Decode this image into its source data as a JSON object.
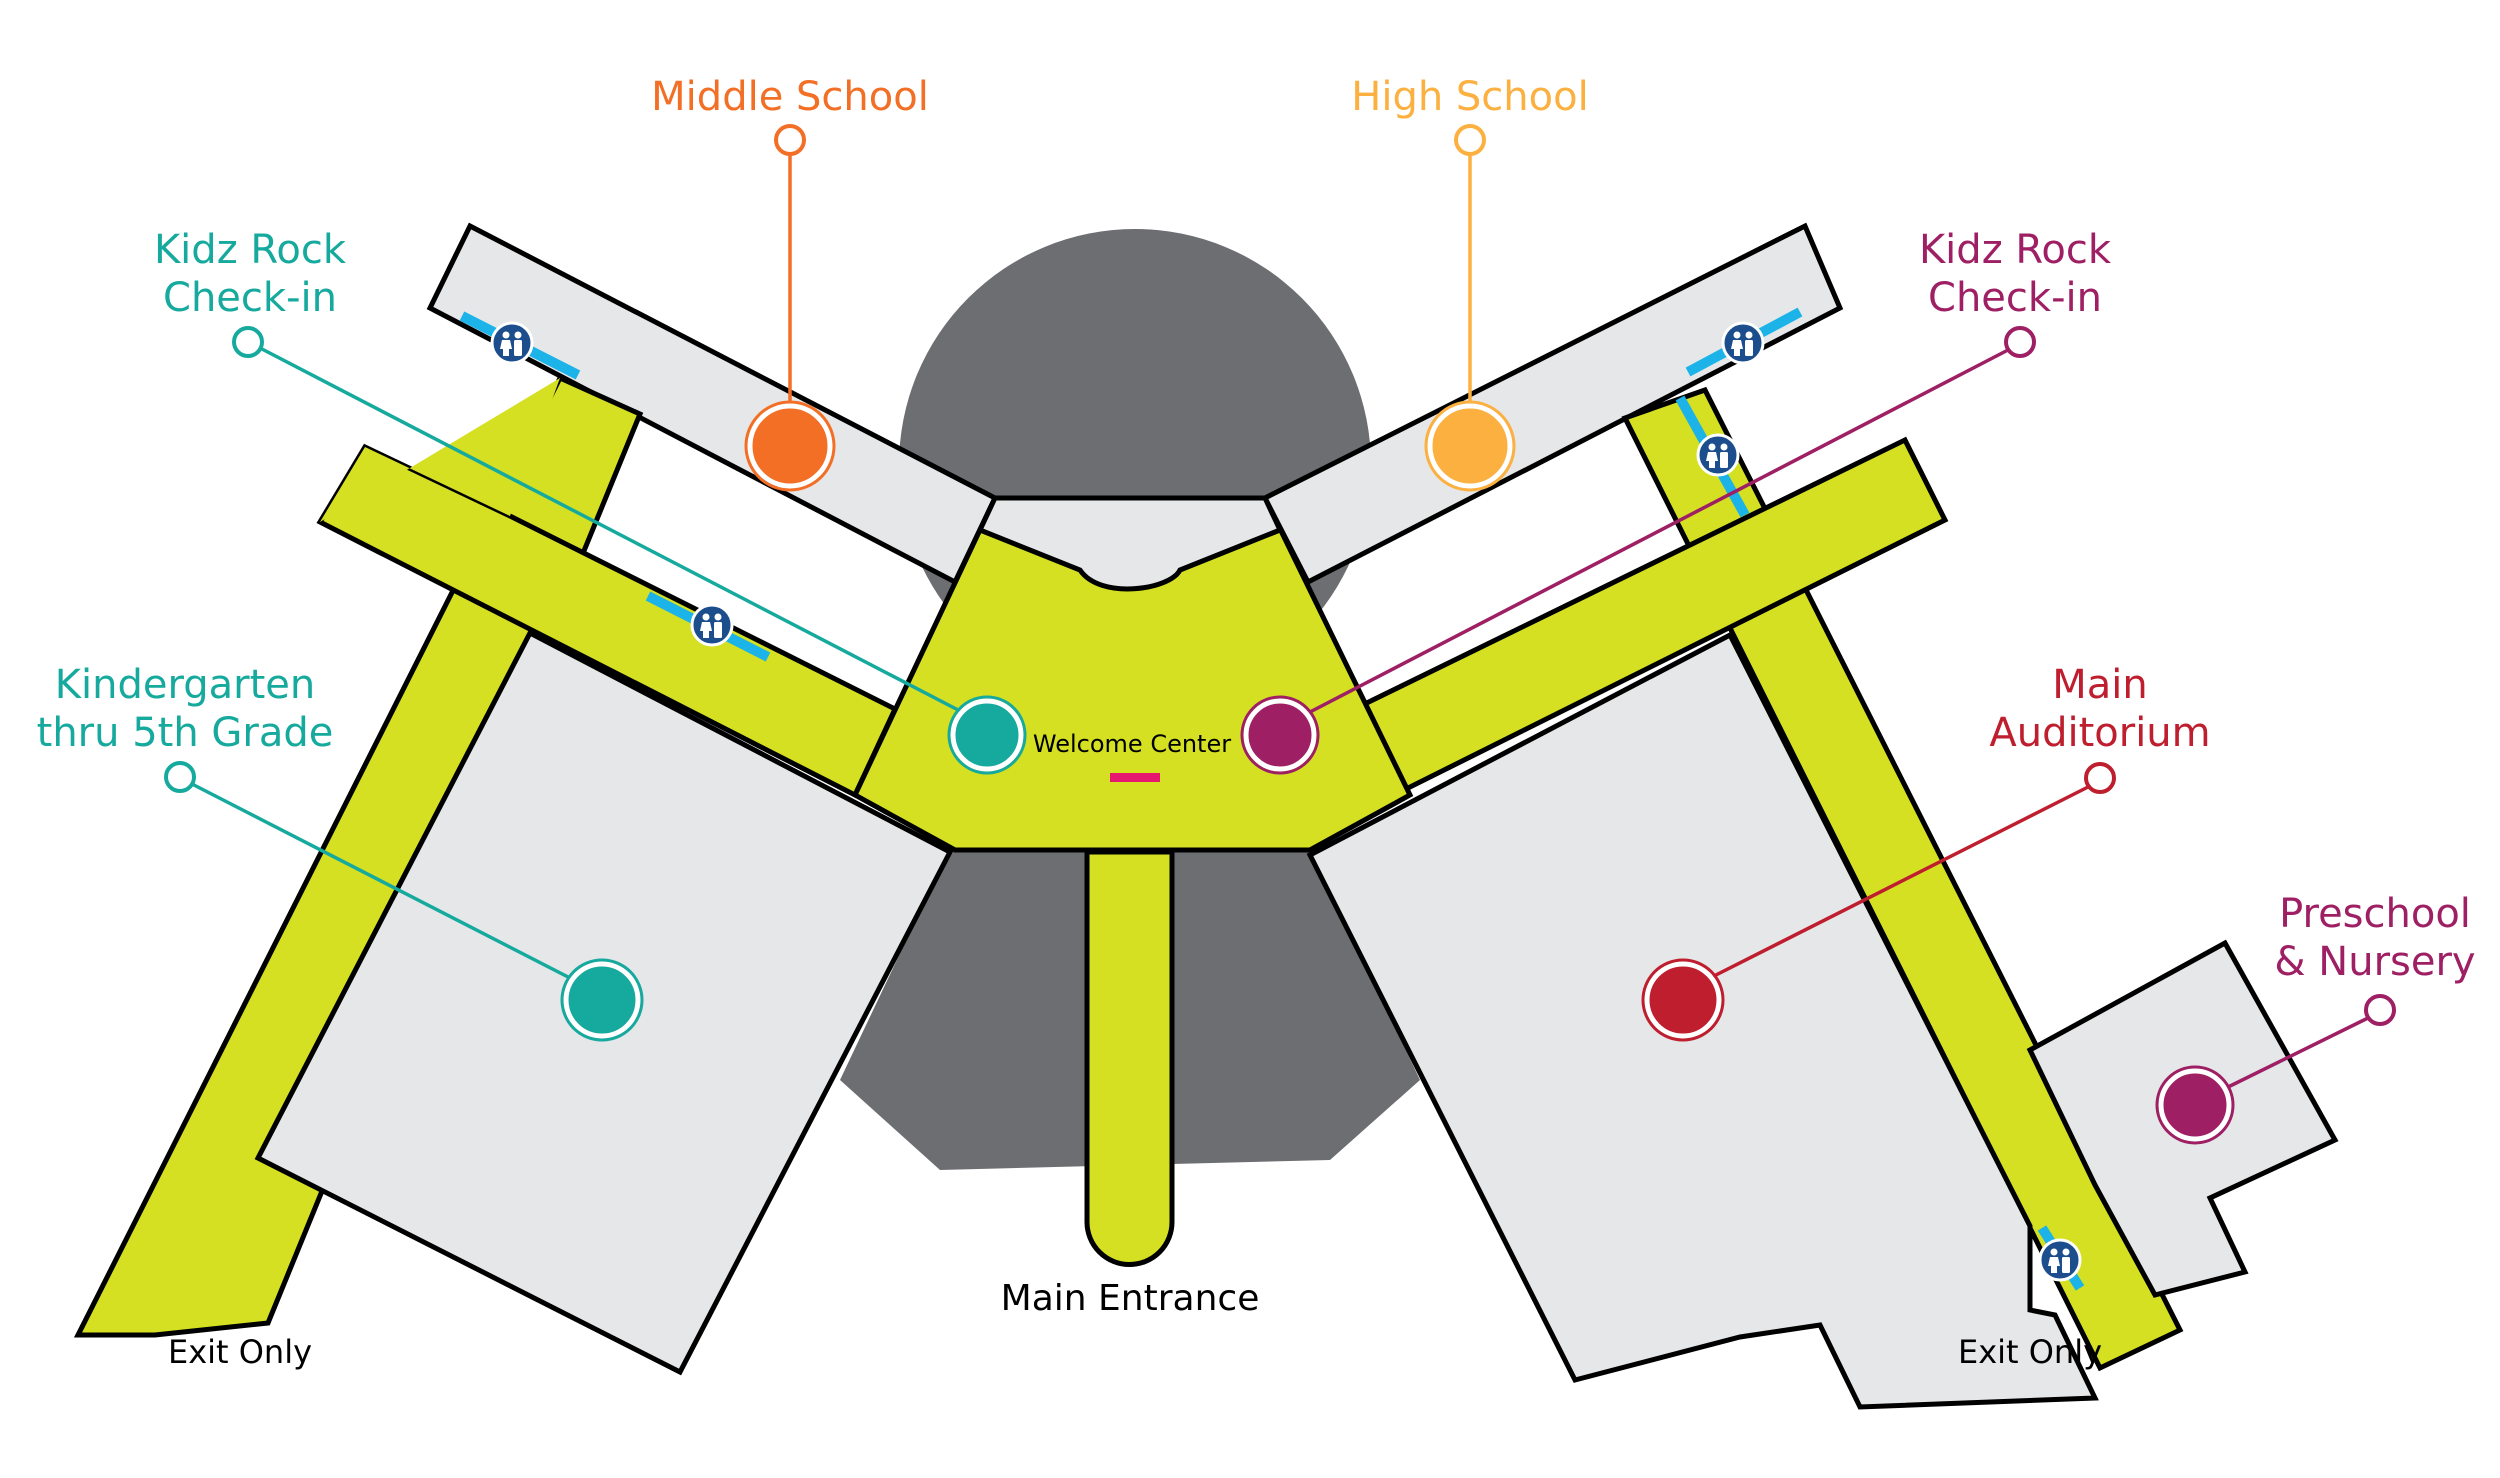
{
  "locations": [
    {
      "id": "middle-school",
      "label": [
        "Middle School"
      ],
      "color": "#f26f25"
    },
    {
      "id": "high-school",
      "label": [
        "High School"
      ],
      "color": "#fbb040"
    },
    {
      "id": "kidz-rock-left",
      "label": [
        "Kidz Rock",
        "Check-in"
      ],
      "color": "#16a99d"
    },
    {
      "id": "kidz-rock-right",
      "label": [
        "Kidz Rock",
        "Check-in"
      ],
      "color": "#9e1f63"
    },
    {
      "id": "kindergarten",
      "label": [
        "Kindergarten",
        "thru 5th Grade"
      ],
      "color": "#16a99d"
    },
    {
      "id": "main-auditorium",
      "label": [
        "Main",
        "Auditorium"
      ],
      "color": "#be1e2d"
    },
    {
      "id": "preschool",
      "label": [
        "Preschool",
        "& Nursery"
      ],
      "color": "#9e1f63"
    }
  ],
  "welcome_center": "Welcome Center",
  "main_entrance": "Main Entrance",
  "exit_left": "Exit Only",
  "exit_right": "Exit Only",
  "colors": {
    "hallway": "#d4e021",
    "room": "#e6e7e8",
    "auditorium_dark": "#6d6e71",
    "restroom": "#1c4d8c",
    "restroom_bar": "#1bb3e8",
    "welcome_marker": "#e6176f"
  },
  "icons": {
    "restroom": "restroom-icon"
  }
}
